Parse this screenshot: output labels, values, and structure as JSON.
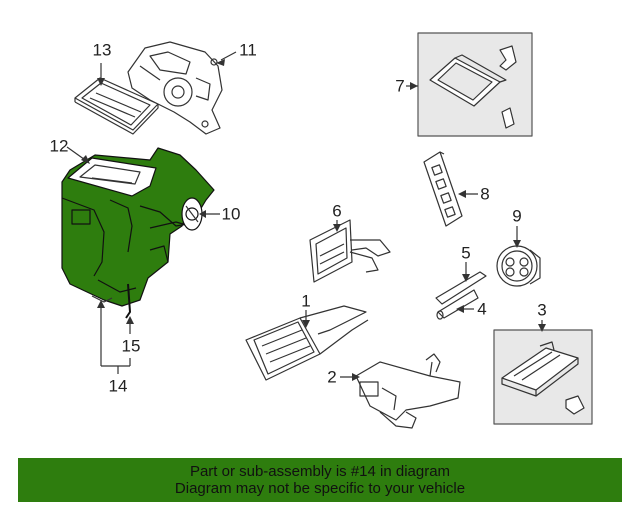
{
  "callouts": {
    "c1": "1",
    "c2": "2",
    "c3": "3",
    "c4": "4",
    "c5": "5",
    "c6": "6",
    "c7": "7",
    "c8": "8",
    "c9": "9",
    "c10": "10",
    "c11": "11",
    "c12": "12",
    "c13": "13",
    "c14": "14",
    "c15": "15"
  },
  "banner": {
    "line1": "Part or sub-assembly is #14 in diagram",
    "line2": "Diagram may not be specific to your vehicle"
  },
  "colors": {
    "highlight": "#2e7d0e",
    "banner_bg": "#2e7d0e",
    "box_fill": "#e8e8e8",
    "line": "#333333"
  }
}
